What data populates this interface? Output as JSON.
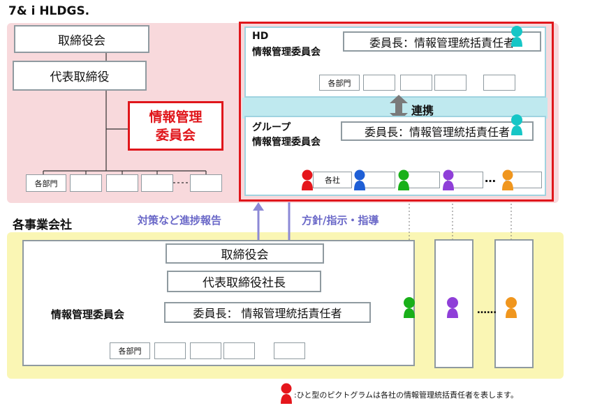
{
  "colors": {
    "pink_region": "#f8d9dc",
    "yellow_region": "#faf6b4",
    "highlight_red": "#e0161b",
    "link_band": "#bfe9ef",
    "arrow_purple": "#8c89d6",
    "person_red": "#e5161c",
    "person_blue": "#1f5fd6",
    "person_green": "#19b019",
    "person_purple": "#8f3fd8",
    "person_orange": "#f0961e",
    "person_cyan": "#16c6c6"
  },
  "holding": {
    "title": "7& i  HLDGS.",
    "board": "取締役会",
    "representative": "代表取締役",
    "committee_line1": "情報管理",
    "committee_line2": "委員会",
    "dept_label": "各部門"
  },
  "hd_committee": {
    "label_line1": "HD",
    "label_line2": "情報管理委員会",
    "chair": "委員長：情報管理統括責任者",
    "dept_label": "各部門"
  },
  "link_label": "連携",
  "group_committee": {
    "label_line1": "グループ",
    "label_line2": "情報管理委員会",
    "chair": "委員長：情報管理統括責任者",
    "companies_label": "各社",
    "ellipsis": "…"
  },
  "operating_companies": {
    "title": "各事業会社",
    "board": "取締役会",
    "president": "代表取締役社長",
    "committee_label": "情報管理委員会",
    "chair": "委員長： 情報管理統括責任者",
    "dept_label": "各部門",
    "ellipsis": "……"
  },
  "arrows": {
    "report_up": "対策など進捗報告",
    "policy_down": "方針/指示・指導"
  },
  "note": ":ひと型のピクトグラムは各社の情報管理統括責任者を表します。"
}
